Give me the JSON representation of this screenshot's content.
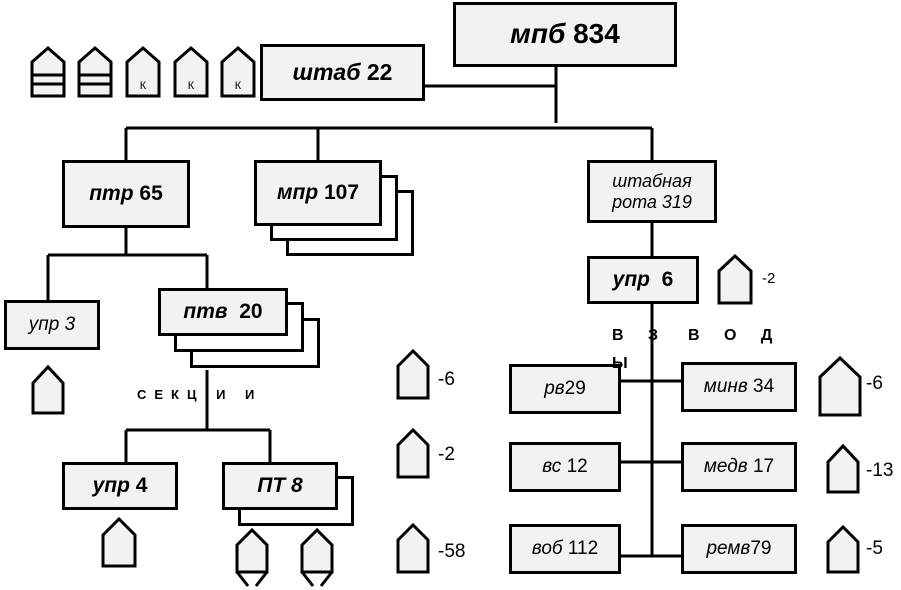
{
  "boxes": {
    "hq": {
      "abbr": "мпб",
      "num": "834"
    },
    "staff": {
      "abbr": "штаб",
      "num": "22"
    },
    "ptr": {
      "abbr": "птр",
      "num": "65"
    },
    "mpr": {
      "abbr": "мпр",
      "num": "107"
    },
    "staff_company_line1": "штабная",
    "staff_company_line2": "рота 319",
    "upr_company": {
      "abbr": "упр",
      "num": "6"
    },
    "upr3": {
      "abbr": "упр",
      "num": "3"
    },
    "ptv": {
      "abbr": "птв",
      "num": "20"
    },
    "upr4": {
      "abbr": "упр",
      "num": "4"
    },
    "pt8": {
      "abbr": "ПТ",
      "num": "8"
    },
    "rv": {
      "abbr": "рв",
      "num": "29"
    },
    "vs": {
      "abbr": "вс",
      "num": "12"
    },
    "vob": {
      "abbr": "воб",
      "num": "112"
    },
    "minv": {
      "abbr": "минв",
      "num": "34"
    },
    "medv": {
      "abbr": "медв",
      "num": "17"
    },
    "remv": {
      "abbr": "ремв",
      "num": "79"
    }
  },
  "labels": {
    "sections": "СЕКЦ И И",
    "platoons_a": "В З",
    "platoons_b": "В О Д",
    "platoons_c": "Ы"
  },
  "vehicle_counts": {
    "upr_company": "-2",
    "middle_1": "-6",
    "middle_2": "-2",
    "middle_3": "-58",
    "minv": "-6",
    "medv": "-13",
    "remv": "-5"
  },
  "icons": {
    "staff_row": [
      "apc-icon",
      "apc-icon",
      "command-vehicle-icon-k",
      "command-vehicle-icon-k",
      "command-vehicle-icon-k"
    ],
    "letter_k": "К"
  }
}
